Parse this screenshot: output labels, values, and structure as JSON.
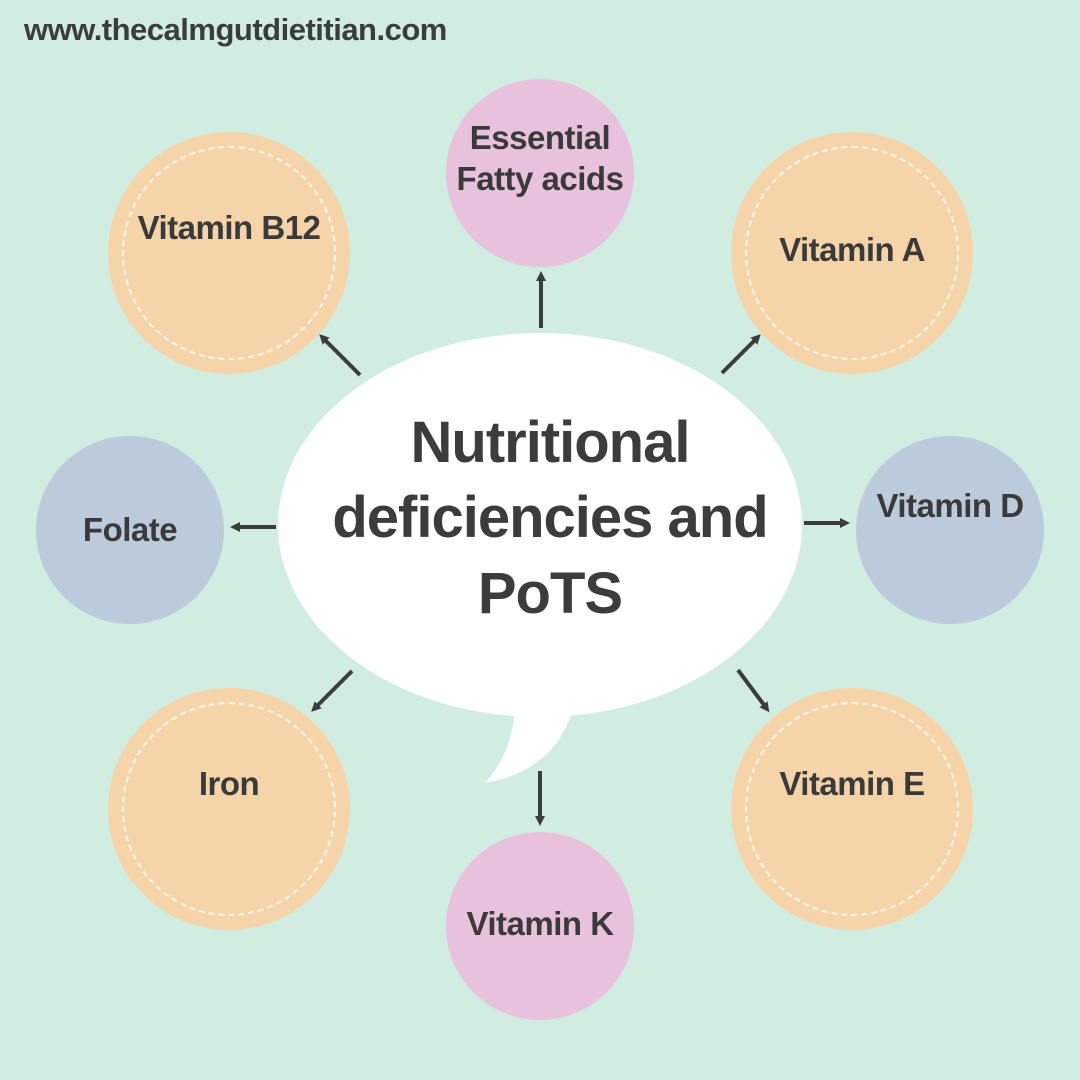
{
  "header": {
    "website": "www.thecalmgutdietitian.com"
  },
  "center": {
    "title_lines": [
      "Nutritional",
      "deficiencies and",
      "PoTS"
    ]
  },
  "nodes": {
    "essential_fatty_acids": {
      "label": "Essential Fatty acids",
      "line1": "Essential",
      "line2": "Fatty acids",
      "color": "#e8c2dc"
    },
    "vitamin_b12": {
      "label": "Vitamin B12",
      "color": "#f6d4a9"
    },
    "vitamin_a": {
      "label": "Vitamin A",
      "color": "#f6d4a9"
    },
    "folate": {
      "label": "Folate",
      "color": "#bccbdb"
    },
    "vitamin_d": {
      "label": "Vitamin D",
      "color": "#bccbdb"
    },
    "iron": {
      "label": "Iron",
      "color": "#f6d4a9"
    },
    "vitamin_e": {
      "label": "Vitamin E",
      "color": "#f6d4a9"
    },
    "vitamin_k": {
      "label": "Vitamin K",
      "color": "#e8c2dc"
    }
  },
  "colors": {
    "background": "#d1ece0",
    "text": "#3a3a3a",
    "arrow": "#3a3d3b",
    "bubble": "#ffffff"
  }
}
